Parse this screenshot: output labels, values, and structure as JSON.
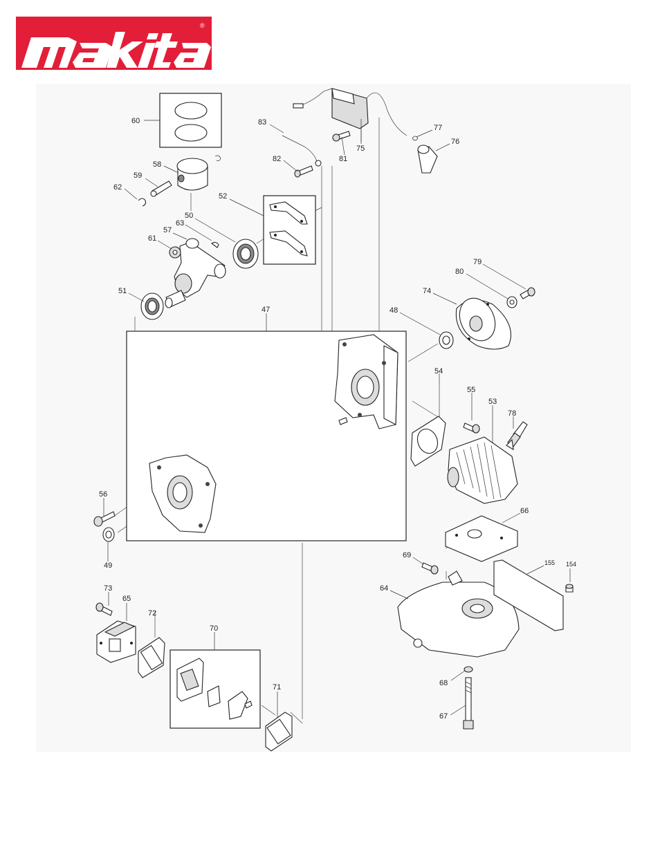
{
  "brand": {
    "name": "makita",
    "registered": "®",
    "color": "#e31e38"
  },
  "diagram": {
    "background": "#f8f8f8",
    "part_numbers": [
      "60",
      "83",
      "77",
      "76",
      "58",
      "59",
      "62",
      "82",
      "81",
      "75",
      "52",
      "50",
      "63",
      "57",
      "61",
      "51",
      "79",
      "80",
      "74",
      "47",
      "48",
      "54",
      "55",
      "53",
      "78",
      "56",
      "49",
      "66",
      "69",
      "155",
      "154",
      "64",
      "73",
      "65",
      "72",
      "70",
      "71",
      "68",
      "67"
    ]
  }
}
